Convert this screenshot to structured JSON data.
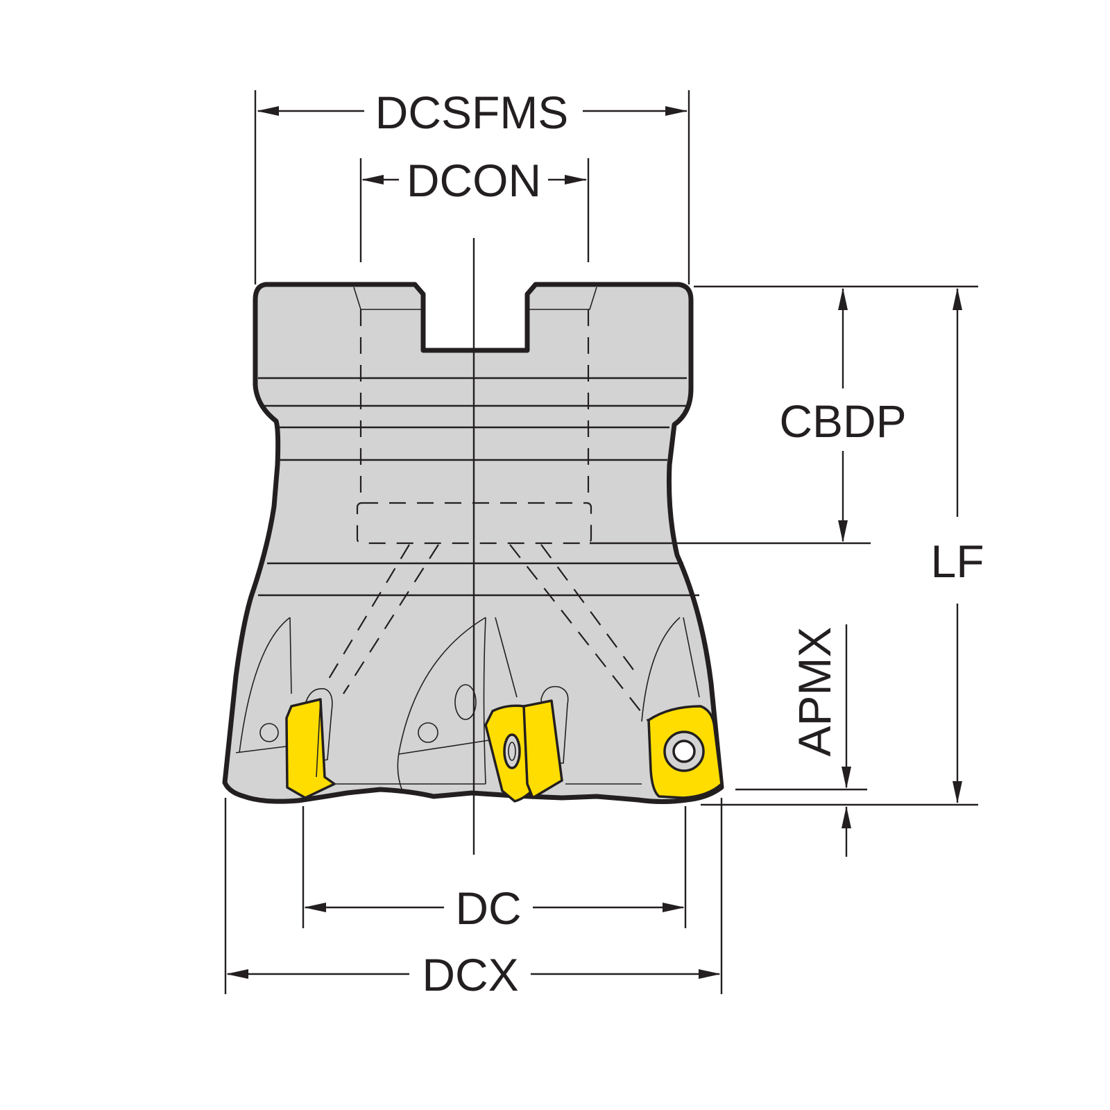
{
  "labels": {
    "dcsfms": "DCSFMS",
    "dcon": "DCON",
    "cbdp": "CBDP",
    "lf": "LF",
    "apmx": "APMX",
    "dc": "DC",
    "dcx": "DCX"
  },
  "colors": {
    "body": "#d3d3d3",
    "insert": "#ffdd00",
    "line": "#231f20",
    "background": "#ffffff"
  }
}
